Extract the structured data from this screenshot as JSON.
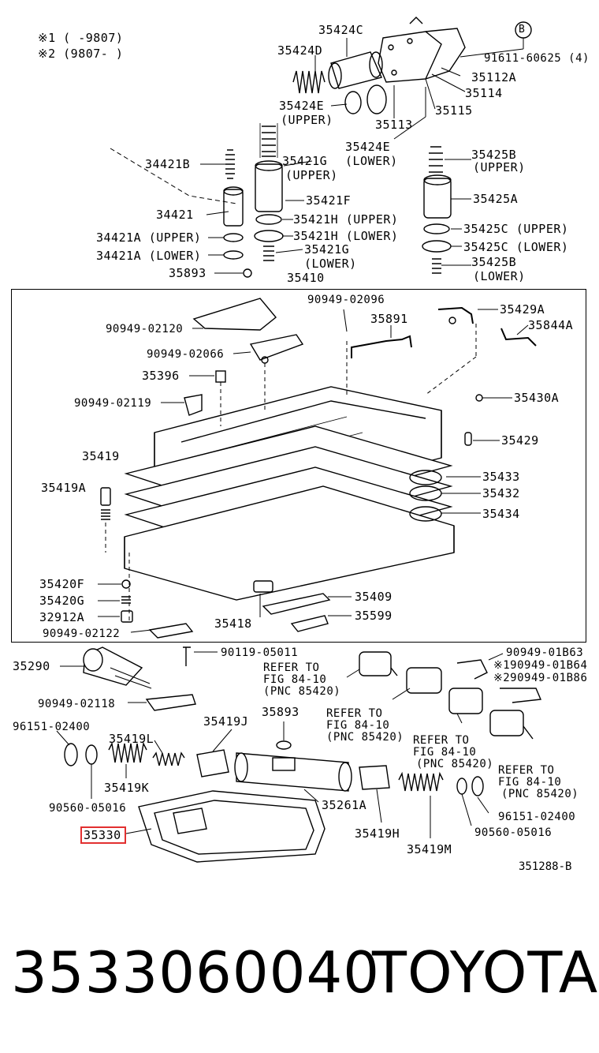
{
  "notes": {
    "note1": "※1 (     -9807)",
    "note2": "※2 (9807-     )"
  },
  "callout_b": "B",
  "labels": {
    "l35424C": "35424C",
    "l35424D": "35424D",
    "l91611": "91611-60625 (4)",
    "l35112A": "35112A",
    "l35114": "35114",
    "l35424E_up": "35424E",
    "l35424E_up2": "(UPPER)",
    "l35113": "35113",
    "l35115": "35115",
    "l35424E_lo": "35424E",
    "l35424E_lo2": "(LOWER)",
    "l34421B": "34421B",
    "l35421G_up": "35421G",
    "l35421G_up2": "(UPPER)",
    "l35425B_up": "35425B",
    "l35425B_up2": "(UPPER)",
    "l35421F": "35421F",
    "l35425A": "35425A",
    "l34421": "34421",
    "l35421H_up": "35421H (UPPER)",
    "l35425C_up": "35425C (UPPER)",
    "l34421A_up": "34421A (UPPER)",
    "l35421H_lo": "35421H (LOWER)",
    "l35425C_lo": "35425C (LOWER)",
    "l34421A_lo": "34421A (LOWER)",
    "l35421G_lo": "35421G",
    "l35421G_lo2": "(LOWER)",
    "l35425B_lo": "35425B",
    "l35425B_lo2": "(LOWER)",
    "l35893a": "35893",
    "l35410": "35410",
    "l90949_02096": "90949-02096",
    "l35429A": "35429A",
    "l90949_02120": "90949-02120",
    "l35891": "35891",
    "l35844A": "35844A",
    "l90949_02066": "90949-02066",
    "l35396": "35396",
    "l90949_02119": "90949-02119",
    "l35430A": "35430A",
    "l35429": "35429",
    "l35419": "35419",
    "l35419A": "35419A",
    "l35433": "35433",
    "l35432": "35432",
    "l35434": "35434",
    "l35420F": "35420F",
    "l35420G": "35420G",
    "l32912A": "32912A",
    "l90949_02122": "90949-02122",
    "l35418": "35418",
    "l35409": "35409",
    "l35599": "35599",
    "l35290": "35290",
    "l90119": "90119-05011",
    "l90949_01B63": "90949-01B63",
    "l90949_01B64": "※190949-01B64",
    "l90949_01B86": "※290949-01B86",
    "refer1a": "REFER TO",
    "refer1b": "FIG 84-10",
    "refer1c": "(PNC 85420)",
    "refer2a": "REFER TO",
    "refer2b": "FIG 84-10",
    "refer2c": "(PNC 85420)",
    "refer3a": "REFER TO",
    "refer3b": "FIG 84-10",
    "refer3c": "(PNC 85420)",
    "refer4a": "REFER TO",
    "refer4b": "FIG 84-10",
    "refer4c": "(PNC 85420)",
    "l90949_02118": "90949-02118",
    "l96151_a": "96151-02400",
    "l35419J": "35419J",
    "l35893b": "35893",
    "l35419L": "35419L",
    "l35419K": "35419K",
    "l90560_a": "90560-05016",
    "l35261A": "35261A",
    "l96151_b": "96151-02400",
    "l90560_b": "90560-05016",
    "l35330": "35330",
    "l35419H": "35419H",
    "l35419M": "35419M",
    "figcode": "351288-B"
  },
  "footer": {
    "part_number": "3533060040",
    "brand": "TOYOTA"
  }
}
